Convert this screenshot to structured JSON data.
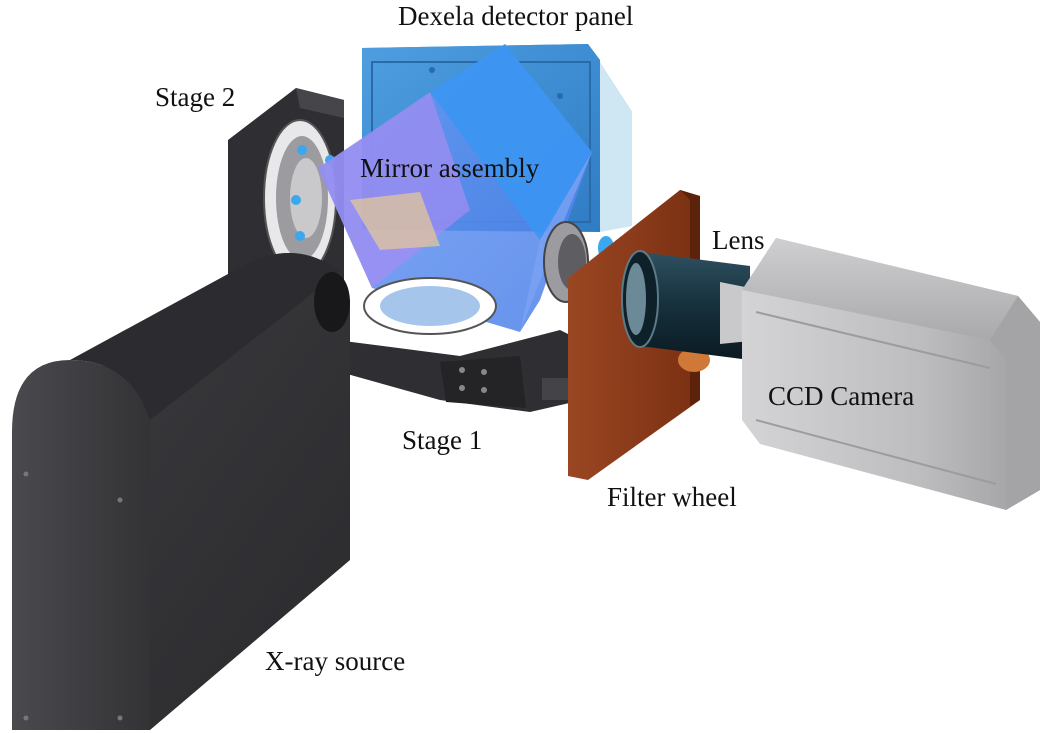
{
  "labels": {
    "dexela_panel": "Dexela detector panel",
    "stage_2": "Stage 2",
    "mirror_assembly": "Mirror assembly",
    "lens": "Lens",
    "ccd_camera": "CCD Camera",
    "stage_1": "Stage 1",
    "filter_wheel": "Filter wheel",
    "xray_source": "X-ray source"
  },
  "colors": {
    "detector_blue": "#3f8fd8",
    "mirror_blue": "#3d8ff0",
    "mirror_purple": "#a58cf2",
    "stage_dark": "#2f2f33",
    "filter_orange": "#8b3a17",
    "camera_gray": "#b9b9bb",
    "lens_dark": "#1d3340",
    "source_dark": "#3a3a3e"
  }
}
